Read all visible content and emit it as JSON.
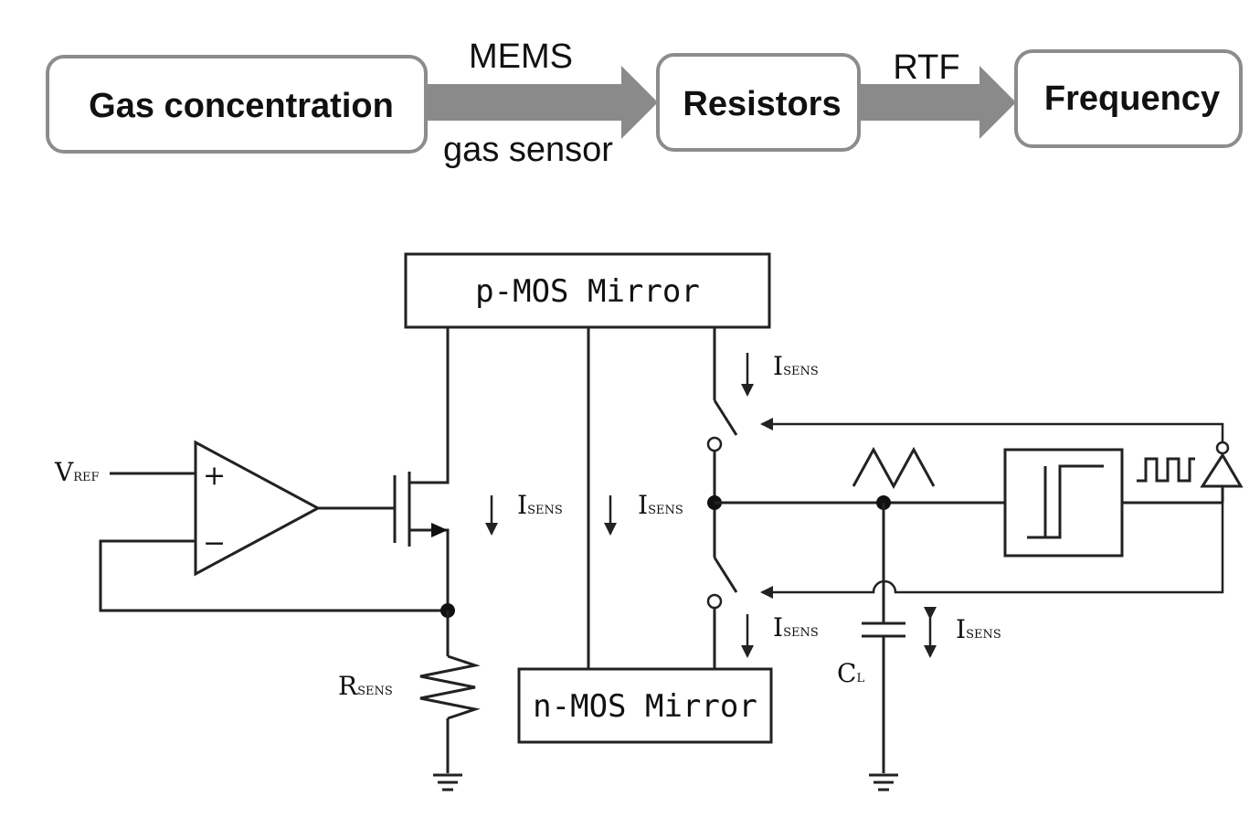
{
  "flow": {
    "box_gas": "Gas concentration",
    "box_resistors": "Resistors",
    "box_frequency": "Frequency",
    "arrow1_top": "MEMS",
    "arrow1_bottom": "gas sensor",
    "arrow2_top": "RTF"
  },
  "circuit": {
    "pmos_label": "p-MOS Mirror",
    "nmos_label": "n-MOS Mirror",
    "vref_main": "V",
    "vref_sub": "REF",
    "rsens_main": "R",
    "rsens_sub": "SENS",
    "isens_main": "I",
    "isens_sub": "SENS",
    "cl_main": "C",
    "cl_sub": "L",
    "opamp_plus": "+",
    "opamp_minus": "−"
  }
}
